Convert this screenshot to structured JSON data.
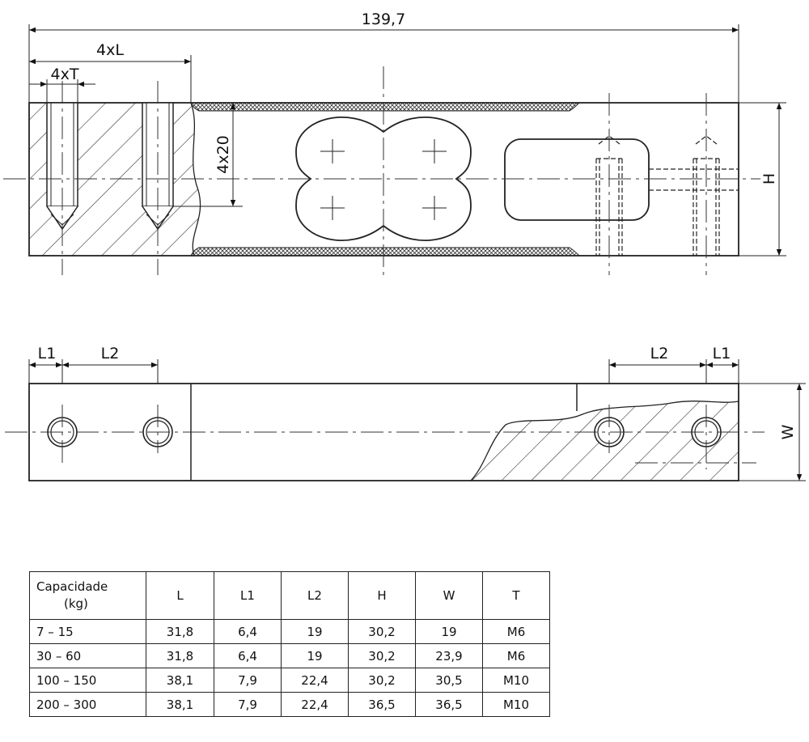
{
  "dimensions": {
    "total_length": "139,7",
    "pitch_label": "4xL",
    "thread_label": "4xT",
    "depth_label": "4x20",
    "height_label": "H",
    "width_label": "W",
    "l1_label": "L1",
    "l2_label": "L2"
  },
  "table": {
    "columns": [
      "Capacidade (kg)",
      "L",
      "L1",
      "L2",
      "H",
      "W",
      "T"
    ],
    "header_first_line1": "Capacidade",
    "header_first_line2": "(kg)",
    "rows": [
      [
        "7 – 15",
        "31,8",
        "6,4",
        "19",
        "30,2",
        "19",
        "M6"
      ],
      [
        "30 – 60",
        "31,8",
        "6,4",
        "19",
        "30,2",
        "23,9",
        "M6"
      ],
      [
        "100 – 150",
        "38,1",
        "7,9",
        "22,4",
        "30,2",
        "30,5",
        "M10"
      ],
      [
        "200 – 300",
        "38,1",
        "7,9",
        "22,4",
        "36,5",
        "36,5",
        "M10"
      ]
    ]
  },
  "colors": {
    "line": "#222222",
    "background": "#ffffff"
  }
}
